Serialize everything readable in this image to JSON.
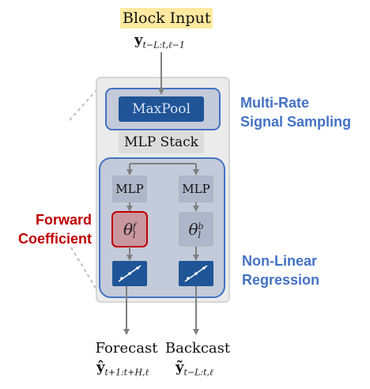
{
  "block_input": {
    "label": "Block Input",
    "symbol_main": "y",
    "symbol_sub": "t−L:t,ℓ−1"
  },
  "maxpool_label": "MaxPool",
  "mlp_stack_label": "MLP Stack",
  "mlp_left_label": "MLP",
  "mlp_right_label": "MLP",
  "theta_forward": {
    "main": "θ",
    "sup": "f",
    "sub": "l"
  },
  "theta_backward": {
    "main": "θ",
    "sup": "b",
    "sub": "l"
  },
  "annotations": {
    "multi_rate": [
      "Multi-Rate",
      "Signal Sampling"
    ],
    "forward_coefficient": [
      "Forward",
      "Coefficient"
    ],
    "non_linear": [
      "Non-Linear",
      "Regression"
    ]
  },
  "outputs": {
    "forecast_label": "Forecast",
    "forecast_symbol_main": "ŷ",
    "forecast_symbol_sub": "t+1:t+H,ℓ",
    "backcast_label": "Backcast",
    "backcast_symbol_main": "ỹ",
    "backcast_symbol_sub": "t−L:t,ℓ"
  },
  "colors": {
    "highlight_yellow": "#fde9a0",
    "annotation_blue": "#4472c4",
    "annotation_red": "#c00000",
    "dark_blue": "#1f5597",
    "panel_gray": "#ebebeb",
    "panel_border": "#d6d6d6",
    "inner_blue_fill": "#c3cad9",
    "inner_blue_border": "#4472c4",
    "mlp_box": "#aeb6c9",
    "theta_red_fill": "#c9979f",
    "theta_red_border": "#c00000",
    "arrow_gray": "#808080"
  }
}
